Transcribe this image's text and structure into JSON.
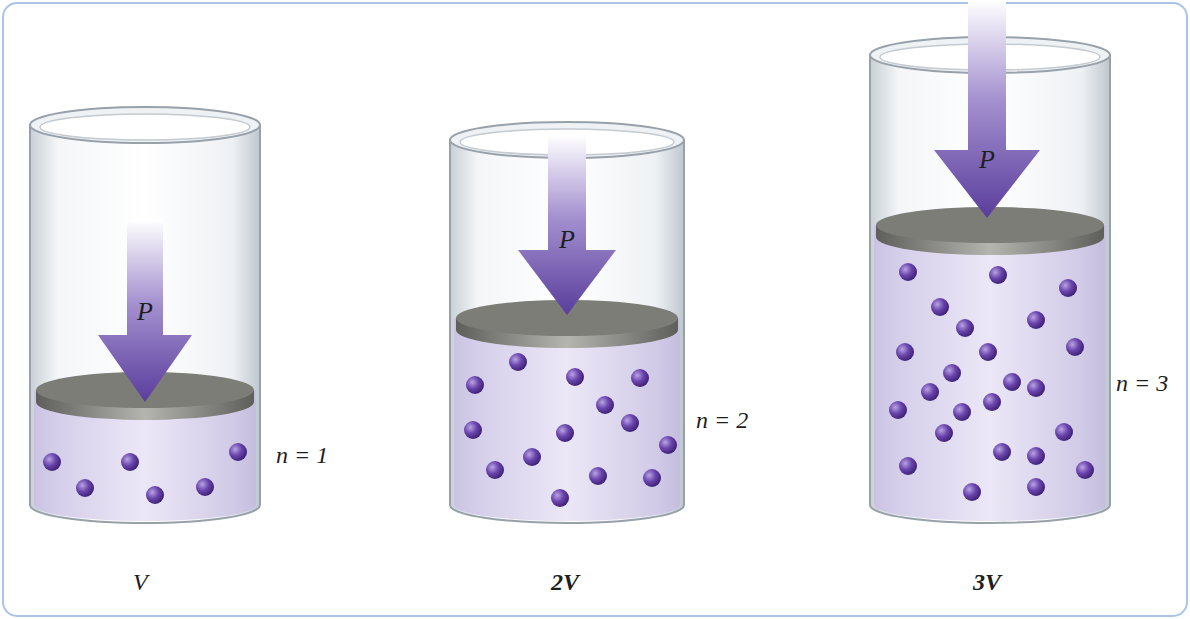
{
  "diagram": {
    "labels": [
      "P",
      "n = 1",
      "V",
      "P",
      "n = 2",
      "2V",
      "P",
      "n = 3",
      "3V"
    ]
  }
}
